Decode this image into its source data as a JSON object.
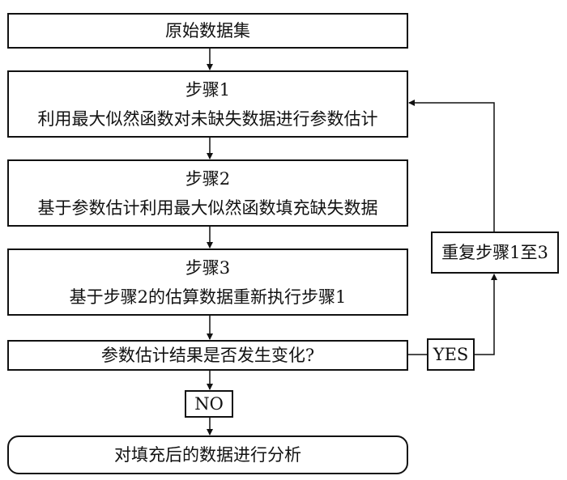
{
  "diagram": {
    "type": "flowchart",
    "nodes": {
      "start": {
        "text": "原始数据集"
      },
      "step1": {
        "title": "步骤1",
        "text": "利用最大似然函数对未缺失数据进行参数估计"
      },
      "step2": {
        "title": "步骤2",
        "text": "基于参数估计利用最大似然函数填充缺失数据"
      },
      "step3": {
        "title": "步骤3",
        "text": "基于步骤2的估算数据重新执行步骤1"
      },
      "decision": {
        "text": "参数估计结果是否发生变化?"
      },
      "yes": {
        "text": "YES"
      },
      "no": {
        "text": "NO"
      },
      "repeat": {
        "text": "重复步骤1至3"
      },
      "end": {
        "text": "对填充后的数据进行分析"
      }
    },
    "edges": [
      {
        "from": "start",
        "to": "step1"
      },
      {
        "from": "step1",
        "to": "step2"
      },
      {
        "from": "step2",
        "to": "step3"
      },
      {
        "from": "step3",
        "to": "decision"
      },
      {
        "from": "decision",
        "to": "yes"
      },
      {
        "from": "yes",
        "to": "repeat"
      },
      {
        "from": "repeat",
        "to": "step1"
      },
      {
        "from": "decision",
        "to": "no"
      },
      {
        "from": "no",
        "to": "end"
      }
    ]
  }
}
